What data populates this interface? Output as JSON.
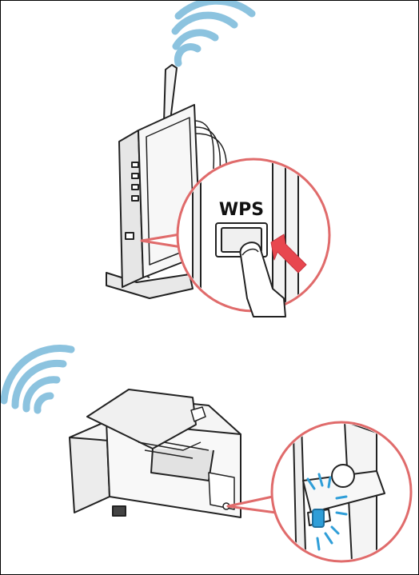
{
  "figure": {
    "wps_label": "WPS",
    "colors": {
      "outline": "#222222",
      "wave_blue": "#8cc3df",
      "callout_red": "#e06b6b",
      "arrow_red": "#e8474f",
      "light_blue": "#2f9ed8",
      "device_gray": "#f2f2f2"
    },
    "icons": [
      "wifi-waves-icon",
      "router-illustration",
      "wps-button-callout",
      "pointing-hand-icon",
      "press-arrow-icon",
      "printer-illustration",
      "printer-led-callout"
    ]
  }
}
